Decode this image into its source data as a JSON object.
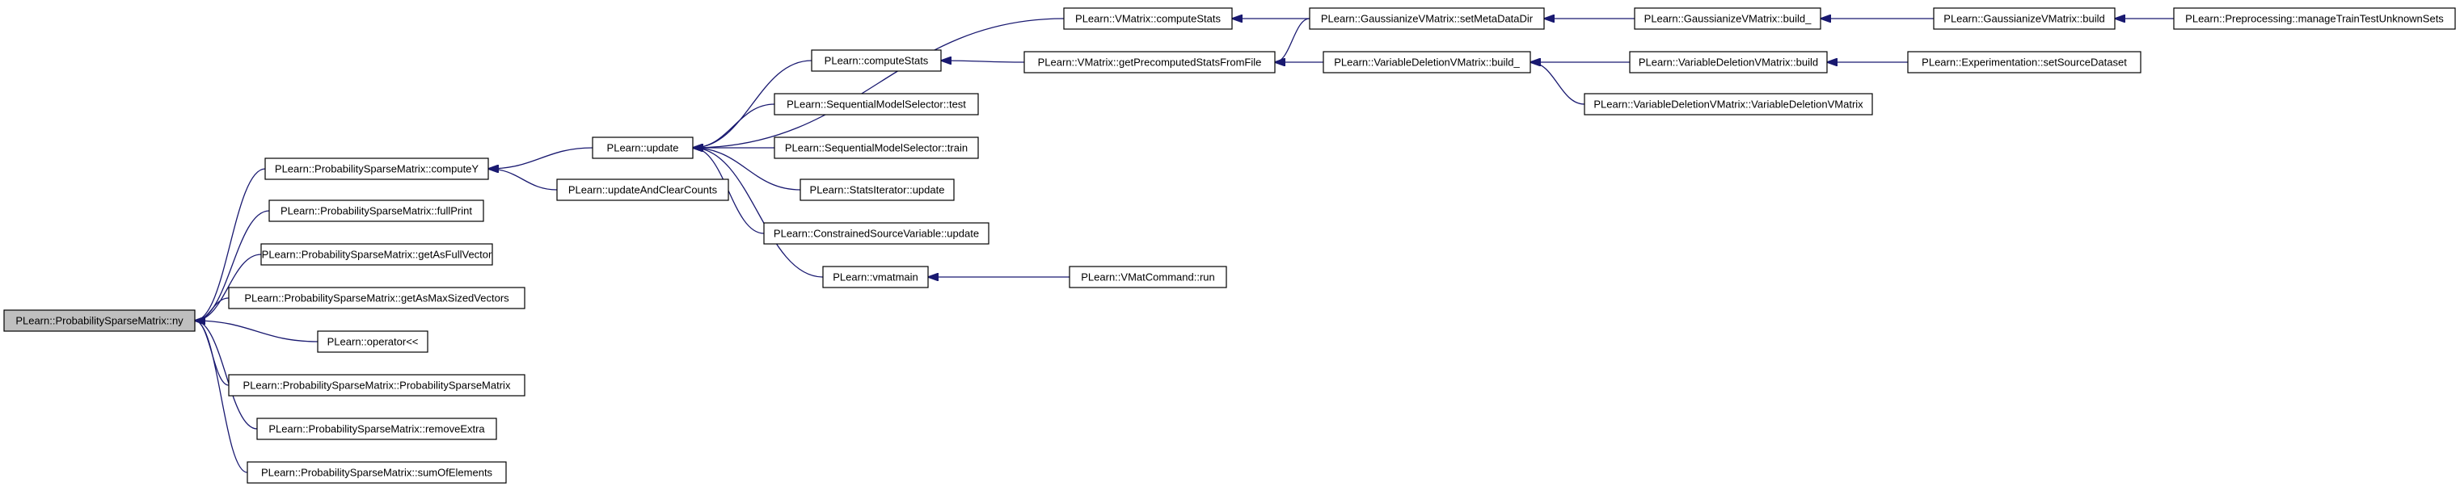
{
  "diagram": {
    "edge_color": "#191970",
    "root_fill": "#bfbfbf",
    "node_fill": "#ffffff",
    "nodes": [
      {
        "id": "ny",
        "label": "PLearn::ProbabilitySparseMatrix::ny",
        "root": true
      },
      {
        "id": "computeY",
        "label": "PLearn::ProbabilitySparseMatrix::computeY"
      },
      {
        "id": "fullPrint",
        "label": "PLearn::ProbabilitySparseMatrix::fullPrint"
      },
      {
        "id": "getAsFullVector",
        "label": "PLearn::ProbabilitySparseMatrix::getAsFullVector"
      },
      {
        "id": "getAsMaxSizedVectors",
        "label": "PLearn::ProbabilitySparseMatrix::getAsMaxSizedVectors"
      },
      {
        "id": "operatorLL",
        "label": "PLearn::operator<<"
      },
      {
        "id": "psmCtor",
        "label": "PLearn::ProbabilitySparseMatrix::ProbabilitySparseMatrix"
      },
      {
        "id": "removeExtra",
        "label": "PLearn::ProbabilitySparseMatrix::removeExtra"
      },
      {
        "id": "sumOfElements",
        "label": "PLearn::ProbabilitySparseMatrix::sumOfElements"
      },
      {
        "id": "update",
        "label": "PLearn::update"
      },
      {
        "id": "updateAndClearCounts",
        "label": "PLearn::updateAndClearCounts"
      },
      {
        "id": "computeStats",
        "label": "PLearn::computeStats"
      },
      {
        "id": "smsTest",
        "label": "PLearn::SequentialModelSelector::test"
      },
      {
        "id": "smsTrain",
        "label": "PLearn::SequentialModelSelector::train"
      },
      {
        "id": "statsIterUpdate",
        "label": "PLearn::StatsIterator::update"
      },
      {
        "id": "csvUpdate",
        "label": "PLearn::ConstrainedSourceVariable::update"
      },
      {
        "id": "vmatmain",
        "label": "PLearn::vmatmain"
      },
      {
        "id": "vmatComputeStats",
        "label": "PLearn::VMatrix::computeStats"
      },
      {
        "id": "getPrecomputed",
        "label": "PLearn::VMatrix::getPrecomputedStatsFromFile"
      },
      {
        "id": "vmatCommandRun",
        "label": "PLearn::VMatCommand::run"
      },
      {
        "id": "setMetaDataDir",
        "label": "PLearn::GaussianizeVMatrix::setMetaDataDir"
      },
      {
        "id": "vdvBuild_",
        "label": "PLearn::VariableDeletionVMatrix::build_"
      },
      {
        "id": "gvBuild_",
        "label": "PLearn::GaussianizeVMatrix::build_"
      },
      {
        "id": "vdvBuild",
        "label": "PLearn::VariableDeletionVMatrix::build"
      },
      {
        "id": "vdvCtor",
        "label": "PLearn::VariableDeletionVMatrix::VariableDeletionVMatrix"
      },
      {
        "id": "gvBuild",
        "label": "PLearn::GaussianizeVMatrix::build"
      },
      {
        "id": "setSourceDataset",
        "label": "PLearn::Experimentation::setSourceDataset"
      },
      {
        "id": "manageTrainTest",
        "label": "PLearn::Preprocessing::manageTrainTestUnknownSets"
      }
    ],
    "edges": [
      {
        "from": "computeY",
        "to": "ny"
      },
      {
        "from": "fullPrint",
        "to": "ny"
      },
      {
        "from": "getAsFullVector",
        "to": "ny"
      },
      {
        "from": "getAsMaxSizedVectors",
        "to": "ny"
      },
      {
        "from": "operatorLL",
        "to": "ny"
      },
      {
        "from": "psmCtor",
        "to": "ny"
      },
      {
        "from": "removeExtra",
        "to": "ny"
      },
      {
        "from": "sumOfElements",
        "to": "ny"
      },
      {
        "from": "update",
        "to": "computeY"
      },
      {
        "from": "updateAndClearCounts",
        "to": "computeY"
      },
      {
        "from": "vmatComputeStats",
        "to": "update"
      },
      {
        "from": "computeStats",
        "to": "update"
      },
      {
        "from": "smsTest",
        "to": "update"
      },
      {
        "from": "smsTrain",
        "to": "update"
      },
      {
        "from": "statsIterUpdate",
        "to": "update"
      },
      {
        "from": "csvUpdate",
        "to": "update"
      },
      {
        "from": "vmatmain",
        "to": "update"
      },
      {
        "from": "setMetaDataDir",
        "to": "vmatComputeStats"
      },
      {
        "from": "getPrecomputed",
        "to": "computeStats"
      },
      {
        "from": "vmatCommandRun",
        "to": "vmatmain"
      },
      {
        "from": "setMetaDataDir",
        "to": "getPrecomputed"
      },
      {
        "from": "vdvBuild_",
        "to": "getPrecomputed"
      },
      {
        "from": "gvBuild_",
        "to": "setMetaDataDir"
      },
      {
        "from": "vdvBuild",
        "to": "vdvBuild_"
      },
      {
        "from": "vdvCtor",
        "to": "vdvBuild_"
      },
      {
        "from": "gvBuild",
        "to": "gvBuild_"
      },
      {
        "from": "setSourceDataset",
        "to": "vdvBuild"
      },
      {
        "from": "manageTrainTest",
        "to": "gvBuild"
      }
    ]
  }
}
